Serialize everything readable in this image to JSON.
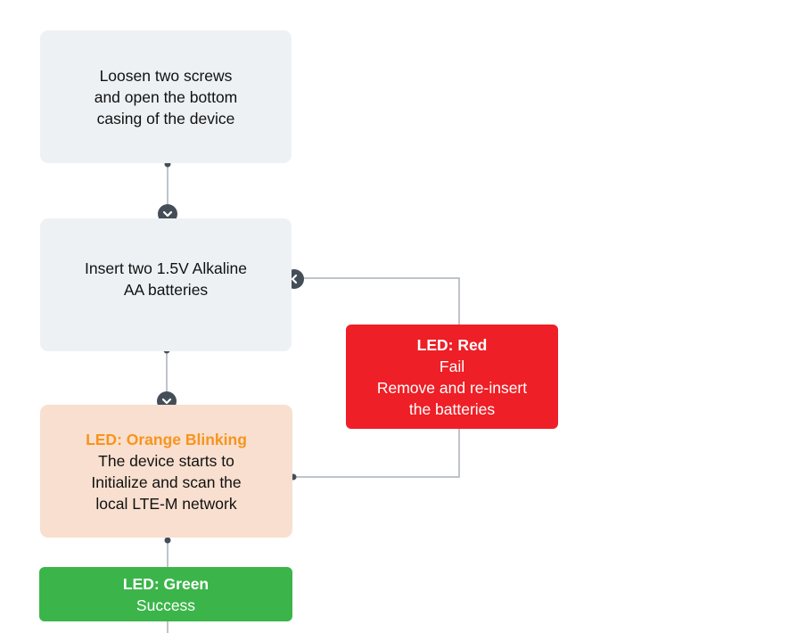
{
  "steps": {
    "open_casing": {
      "text": [
        "Loosen two screws",
        "and open the bottom",
        "casing of the device"
      ]
    },
    "insert_batteries": {
      "text": [
        "Insert two 1.5V Alkaline",
        "AA batteries"
      ]
    },
    "orange": {
      "title": "LED: Orange Blinking",
      "text": [
        "The device starts to",
        "Initialize and scan the",
        "local LTE-M network"
      ]
    },
    "red": {
      "title": "LED: Red",
      "text": [
        "Fail",
        "Remove and re-insert",
        "the batteries"
      ]
    },
    "green": {
      "title": "LED: Green",
      "text": [
        "Success"
      ]
    }
  },
  "colors": {
    "grey_box": "#eef1f4",
    "orange_box": "#f8dfcf",
    "orange_text": "#f7941d",
    "red_box": "#ee1f26",
    "green_box": "#3bb54a",
    "connector": "#454e58",
    "line": "#aab0b8"
  }
}
